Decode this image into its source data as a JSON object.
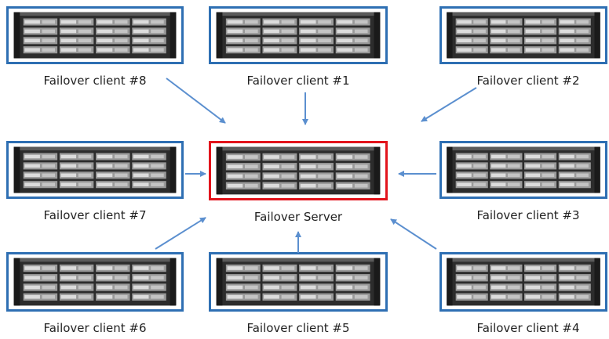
{
  "nodes": {
    "client8": {
      "label": "Failover client #8"
    },
    "client1": {
      "label": "Failover client #1"
    },
    "client2": {
      "label": "Failover client #2"
    },
    "client7": {
      "label": "Failover client #7"
    },
    "server": {
      "label": "Failover Server"
    },
    "client3": {
      "label": "Failover client #3"
    },
    "client6": {
      "label": "Failover client #6"
    },
    "client5": {
      "label": "Failover client #5"
    },
    "client4": {
      "label": "Failover client #4"
    }
  },
  "edges": [
    {
      "from": "client8",
      "to": "server"
    },
    {
      "from": "client1",
      "to": "server"
    },
    {
      "from": "client2",
      "to": "server"
    },
    {
      "from": "client7",
      "to": "server"
    },
    {
      "from": "client3",
      "to": "server"
    },
    {
      "from": "client6",
      "to": "server"
    },
    {
      "from": "client5",
      "to": "server"
    },
    {
      "from": "client4",
      "to": "server"
    }
  ],
  "colors": {
    "client_border": "#2e6fb3",
    "server_border": "#e2141c",
    "arrow": "#5b8fcf"
  },
  "icons": {
    "node_image": "rack-server-icon"
  }
}
